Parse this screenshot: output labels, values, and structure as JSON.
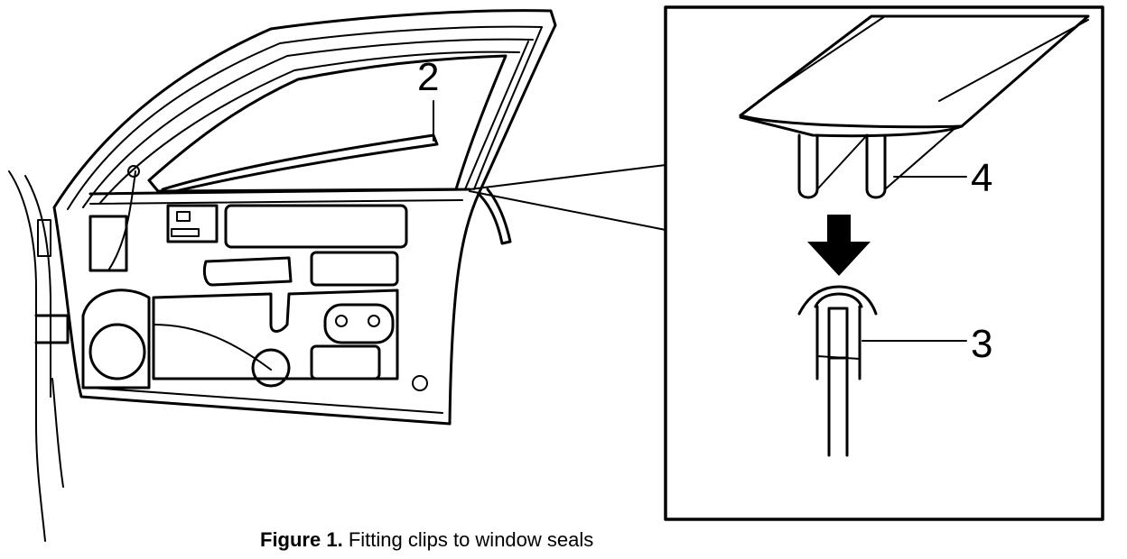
{
  "callouts": {
    "window_seal": "2",
    "clip": "3",
    "seal_section": "4"
  },
  "caption": {
    "label": "Figure 1.",
    "text": "Fitting clips to window seals"
  }
}
